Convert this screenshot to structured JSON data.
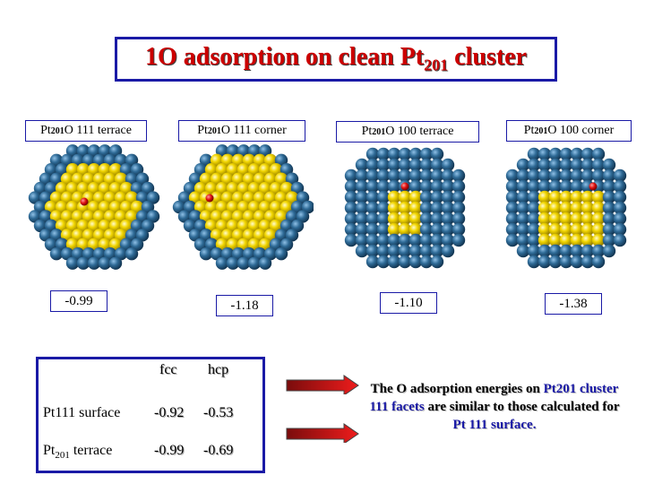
{
  "title": {
    "main": "1O adsorption on clean Pt",
    "sub": "201",
    "end": " cluster"
  },
  "panels": [
    {
      "pt": "Pt",
      "sub": "201",
      "rest": "O 111 terrace",
      "value": "-0.99"
    },
    {
      "pt": "Pt",
      "sub": "201",
      "rest": "O 111 corner",
      "value": "-1.18"
    },
    {
      "pt": "Pt",
      "sub": "201",
      "rest": "O 100 terrace",
      "value": "-1.10"
    },
    {
      "pt": "Pt",
      "sub": "201",
      "rest": "O 100 corner",
      "value": "-1.38"
    }
  ],
  "table": {
    "headers": [
      "fcc",
      "hcp"
    ],
    "rows": [
      {
        "label": "Pt111 surface",
        "fcc": "-0.92",
        "hcp": "-0.53"
      },
      {
        "label_pt": "Pt",
        "label_sub": "201",
        "label_rest": " terrace",
        "fcc": "-0.99",
        "hcp": "-0.69"
      }
    ]
  },
  "note": {
    "p1": "The O adsorption energies on ",
    "h1": "Pt201 cluster 111 facets",
    "p2": " are similar to those calculated for ",
    "h2": "Pt 111 surface.",
    "p3": ""
  },
  "colors": {
    "box_border": "#1a1aa6",
    "title": "#cc0000",
    "atom_blue": "#2e6a96",
    "atom_yellow": "#f2d600",
    "oxygen": "#dd1111",
    "arrow": "#dd1111"
  }
}
